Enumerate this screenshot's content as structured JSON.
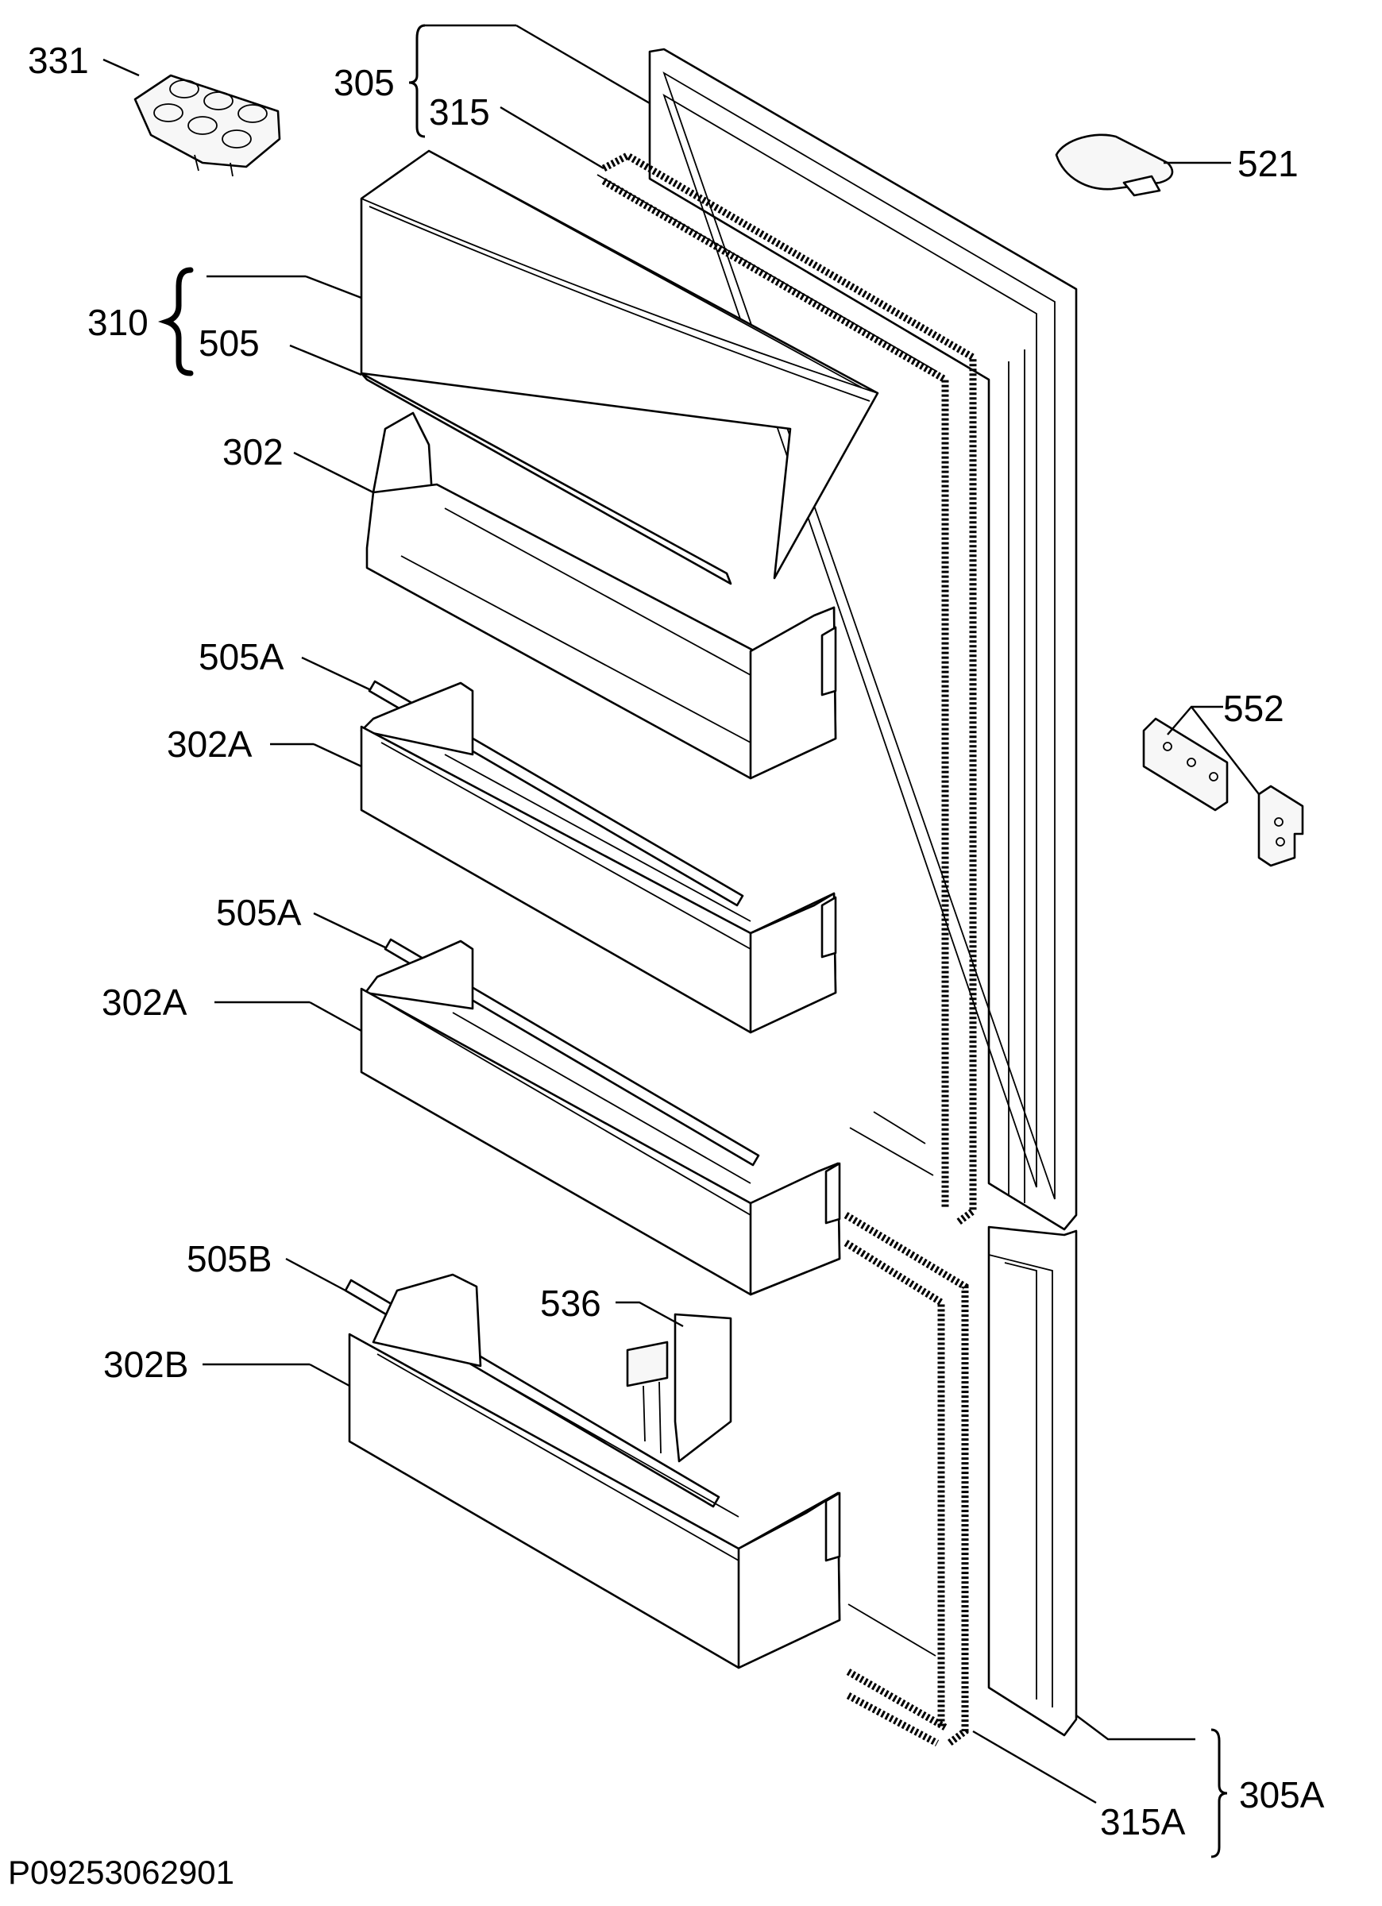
{
  "labels": {
    "p331": "331",
    "p305": "305",
    "p315": "315",
    "p521": "521",
    "p310": "310",
    "p505": "505",
    "p302": "302",
    "p505A_1": "505A",
    "p302A_1": "302A",
    "p552": "552",
    "p505A_2": "505A",
    "p302A_2": "302A",
    "p505B": "505B",
    "p536": "536",
    "p302B": "302B",
    "p305A": "305A",
    "p315A": "315A"
  },
  "drawing_code": "P09253062901"
}
